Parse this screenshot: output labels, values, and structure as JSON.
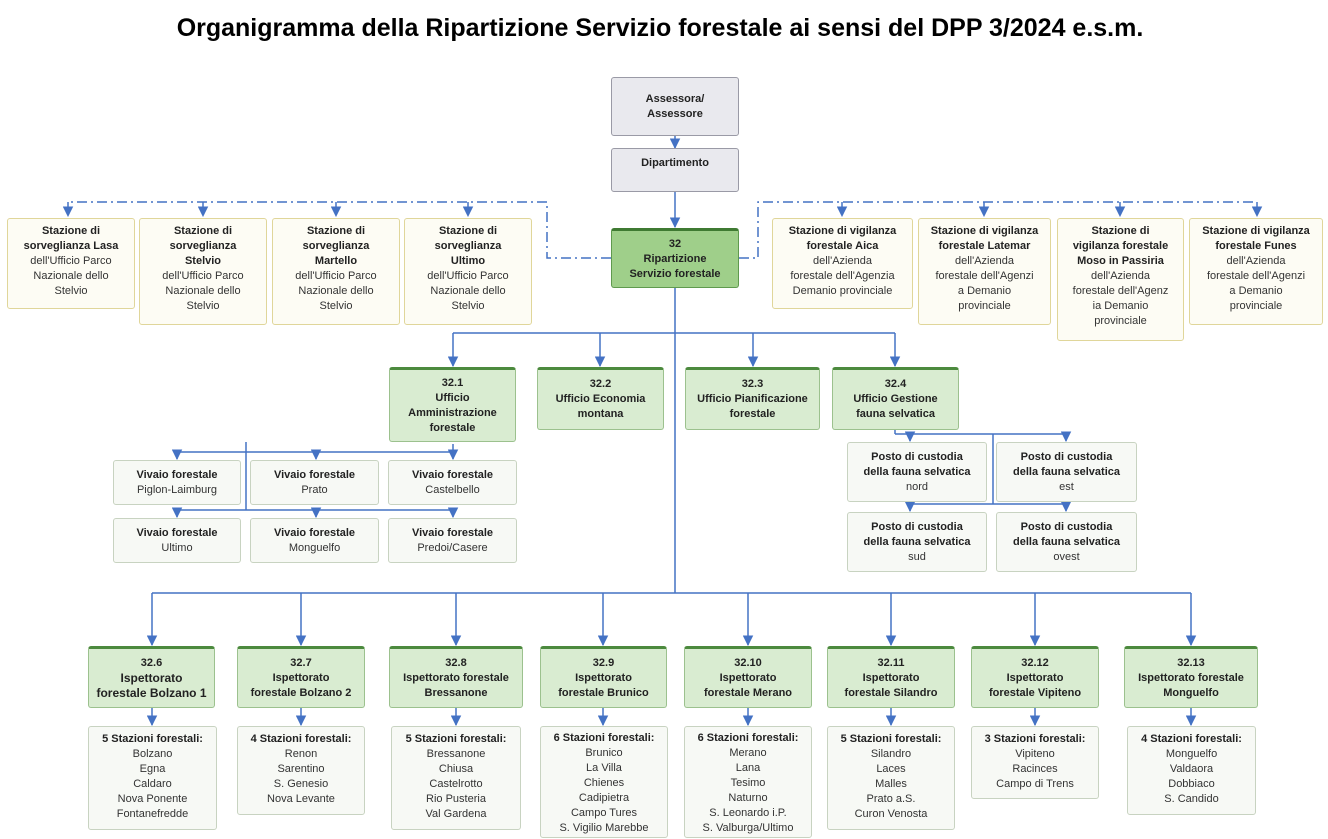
{
  "title": "Organigramma della Ripartizione Servizio forestale ai sensi del DPP 3/2024 e.s.m.",
  "colors": {
    "connector": "#4472c4",
    "department_fill": "#9fcf8a",
    "office_fill": "#d9ecd1",
    "gray_fill": "#e9e9ee",
    "external_fill": "#fdfcf4",
    "leaf_fill": "#f7f9f5"
  },
  "nodes": {
    "assessore": {
      "line1": "Assessora/",
      "line2": "Assessore"
    },
    "dipartimento": {
      "label": "Dipartimento"
    },
    "ripartizione": {
      "code": "32",
      "line1": "Ripartizione",
      "line2": "Servizio forestale"
    },
    "parco": [
      {
        "l1": "Stazione di",
        "l2": "sorveglianza Lasa",
        "l3": "dell'Ufficio Parco",
        "l4": "Nazionale dello",
        "l5": "Stelvio"
      },
      {
        "l1": "Stazione di",
        "l2": "sorveglianza",
        "l3": "Stelvio",
        "l4": "dell'Ufficio Parco",
        "l5": "Nazionale dello",
        "l6": "Stelvio"
      },
      {
        "l1": "Stazione di",
        "l2": "sorveglianza",
        "l3": "Martello",
        "l4": "dell'Ufficio Parco",
        "l5": "Nazionale dello",
        "l6": "Stelvio"
      },
      {
        "l1": "Stazione di",
        "l2": "sorveglianza",
        "l3": "Ultimo",
        "l4": "dell'Ufficio Parco",
        "l5": "Nazionale dello",
        "l6": "Stelvio"
      }
    ],
    "demanio": [
      {
        "l1": "Stazione di vigilanza",
        "l2": "forestale Aica",
        "l3": "dell'Azienda",
        "l4": "forestale dell'Agenzia",
        "l5": "Demanio provinciale"
      },
      {
        "l1": "Stazione di vigilanza",
        "l2": "forestale Latemar",
        "l3": "dell'Azienda",
        "l4": "forestale dell'Agenzi",
        "l5": "a Demanio",
        "l6": "provinciale"
      },
      {
        "l1": "Stazione di",
        "l2": "vigilanza forestale",
        "l3": "Moso in Passiria",
        "l4": "dell'Azienda",
        "l5": "forestale dell'Agenz",
        "l6": "ia Demanio",
        "l7": "provinciale"
      },
      {
        "l1": "Stazione di vigilanza",
        "l2": "forestale Funes",
        "l3": "dell'Azienda",
        "l4": "forestale dell'Agenzi",
        "l5": "a Demanio",
        "l6": "provinciale"
      }
    ],
    "uffici": [
      {
        "code": "32.1",
        "l1": "Ufficio",
        "l2": "Amministrazione",
        "l3": "forestale"
      },
      {
        "code": "32.2",
        "l1": "Ufficio Economia",
        "l2": "montana"
      },
      {
        "code": "32.3",
        "l1": "Ufficio Pianificazione",
        "l2": "forestale"
      },
      {
        "code": "32.4",
        "l1": "Ufficio Gestione",
        "l2": "fauna selvatica"
      }
    ],
    "vivai": [
      {
        "label": "Vivaio forestale",
        "place": "Piglon-Laimburg"
      },
      {
        "label": "Vivaio forestale",
        "place": "Prato"
      },
      {
        "label": "Vivaio forestale",
        "place": "Castelbello"
      },
      {
        "label": "Vivaio forestale",
        "place": "Ultimo"
      },
      {
        "label": "Vivaio forestale",
        "place": "Monguelfo"
      },
      {
        "label": "Vivaio forestale",
        "place": "Predoi/Casere"
      }
    ],
    "posti": [
      {
        "l1": "Posto di custodia",
        "l2": "della fauna selvatica",
        "place": "nord"
      },
      {
        "l1": "Posto di custodia",
        "l2": "della fauna selvatica",
        "place": "est"
      },
      {
        "l1": "Posto di custodia",
        "l2": "della fauna selvatica",
        "place": "sud"
      },
      {
        "l1": "Posto di custodia",
        "l2": "della fauna selvatica",
        "place": "ovest"
      }
    ],
    "ispettorati": [
      {
        "code": "32.6",
        "l1": "Ispettorato",
        "l2": "forestale Bolzano 1"
      },
      {
        "code": "32.7",
        "l1": "Ispettorato",
        "l2": "forestale Bolzano 2"
      },
      {
        "code": "32.8",
        "l1": "Ispettorato forestale",
        "l2": "Bressanone"
      },
      {
        "code": "32.9",
        "l1": "Ispettorato",
        "l2": "forestale Brunico"
      },
      {
        "code": "32.10",
        "l1": "Ispettorato",
        "l2": "forestale Merano"
      },
      {
        "code": "32.11",
        "l1": "Ispettorato",
        "l2": "forestale Silandro"
      },
      {
        "code": "32.12",
        "l1": "Ispettorato",
        "l2": "forestale Vipiteno"
      },
      {
        "code": "32.13",
        "l1": "Ispettorato forestale",
        "l2": "Monguelfo"
      }
    ],
    "stazioni": [
      {
        "heading": "5 Stazioni forestali:",
        "s1": "Bolzano",
        "s2": "Egna",
        "s3": "Caldaro",
        "s4": "Nova Ponente",
        "s5": "Fontanefredde"
      },
      {
        "heading": "4 Stazioni forestali:",
        "s1": "Renon",
        "s2": "Sarentino",
        "s3": "S. Genesio",
        "s4": "Nova Levante"
      },
      {
        "heading": "5 Stazioni forestali:",
        "s1": "Bressanone",
        "s2": "Chiusa",
        "s3": "Castelrotto",
        "s4": "Rio Pusteria",
        "s5": "Val Gardena"
      },
      {
        "heading": "6 Stazioni forestali:",
        "s1": "Brunico",
        "s2": "La Villa",
        "s3": "Chienes",
        "s4": "Cadipietra",
        "s5": "Campo Tures",
        "s6": "S. Vigilio Marebbe"
      },
      {
        "heading": "6 Stazioni forestali:",
        "s1": "Merano",
        "s2": "Lana",
        "s3": "Tesimo",
        "s4": "Naturno",
        "s5": "S. Leonardo i.P.",
        "s6": "S. Valburga/Ultimo"
      },
      {
        "heading": "5 Stazioni forestali:",
        "s1": "Silandro",
        "s2": "Laces",
        "s3": "Malles",
        "s4": "Prato a.S.",
        "s5": "Curon Venosta"
      },
      {
        "heading": "3 Stazioni forestali:",
        "s1": "Vipiteno",
        "s2": "Racinces",
        "s3": "Campo di Trens"
      },
      {
        "heading": "4 Stazioni forestali:",
        "s1": "Monguelfo",
        "s2": "Valdaora",
        "s3": "Dobbiaco",
        "s4": "S. Candido"
      }
    ]
  }
}
